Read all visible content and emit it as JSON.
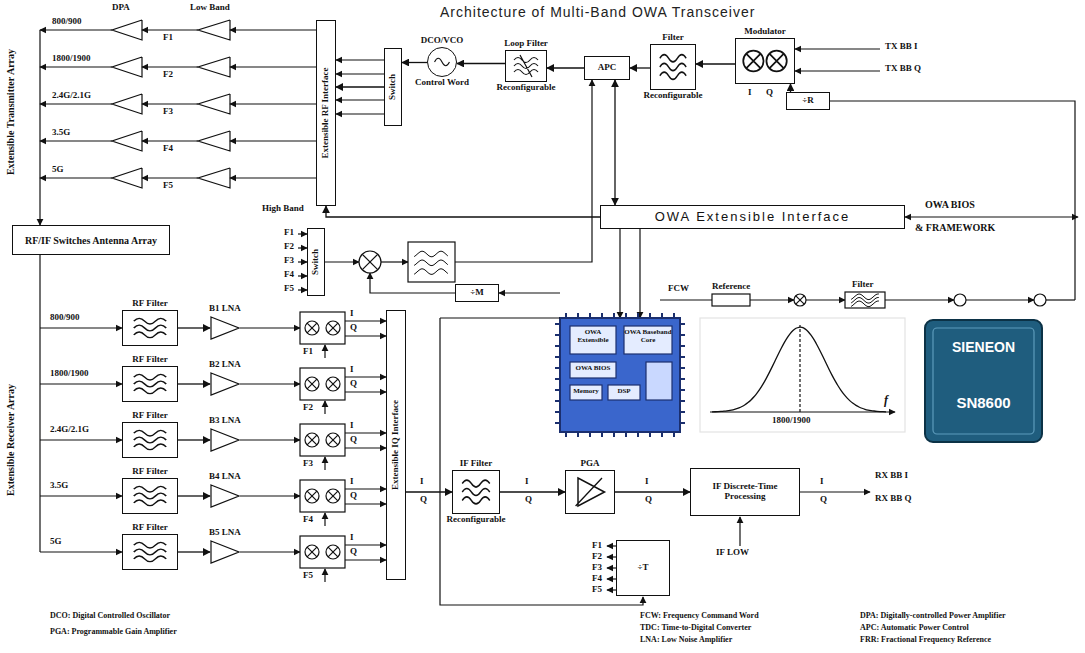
{
  "diagram": {
    "title": "Architecture of Multi-Band OWA Transceiver",
    "nodes": [
      {
        "text": [
          "RF/IF Switches Antenna Array"
        ]
      },
      {
        "text": [
          "Extensible RF Interface"
        ]
      },
      {
        "text": [
          "Switch"
        ]
      },
      {
        "text": [
          "DCO/VCO",
          "Control Word"
        ]
      },
      {
        "text": [
          "Loop Filter",
          "Reconfigurable"
        ]
      },
      {
        "text": [
          "APC"
        ]
      },
      {
        "text": [
          "Filter",
          "Reconfigurable"
        ]
      },
      {
        "text": [
          "Modulator"
        ]
      },
      {
        "text": [
          "÷R"
        ]
      },
      {
        "text": [
          "OWA Extensible Interface"
        ]
      },
      {
        "text": [
          "Switch"
        ]
      },
      {
        "text": [
          "÷M"
        ]
      },
      {
        "text": [
          "RF Filter"
        ]
      },
      {
        "text": [
          "RF Filter"
        ]
      },
      {
        "text": [
          "RF Filter"
        ]
      },
      {
        "text": [
          "RF Filter"
        ]
      },
      {
        "text": [
          "RF Filter"
        ]
      },
      {
        "text": [
          "B1 LNA"
        ]
      },
      {
        "text": [
          "B2 LNA"
        ]
      },
      {
        "text": [
          "B3 LNA"
        ]
      },
      {
        "text": [
          "B4 LNA"
        ]
      },
      {
        "text": [
          "B5 LNA"
        ]
      },
      {
        "text": [
          "Extensible IQ Interface"
        ]
      },
      {
        "text": [
          "IF Filter",
          "Reconfigurable"
        ]
      },
      {
        "text": [
          "PGA"
        ]
      },
      {
        "text": [
          "IF Discrete-Time Processing"
        ]
      },
      {
        "text": [
          "÷T"
        ]
      }
    ],
    "edges": [
      {
        "from": 2,
        "to": 1,
        "arrow": "to"
      },
      {
        "from": 3,
        "to": 2,
        "arrow": "to"
      },
      {
        "from": 4,
        "to": 3,
        "arrow": "to"
      },
      {
        "from": 5,
        "to": 4,
        "arrow": "to"
      },
      {
        "from": 6,
        "to": 5,
        "arrow": "to"
      },
      {
        "from": 7,
        "to": 6,
        "arrow": "to"
      },
      {
        "from": 8,
        "to": 7,
        "arrow": "to"
      },
      {
        "from": 9,
        "to": 5,
        "arrow": "both"
      },
      {
        "from": 12,
        "to": 17,
        "arrow": "to"
      },
      {
        "from": 13,
        "to": 18,
        "arrow": "to"
      },
      {
        "from": 14,
        "to": 19,
        "arrow": "to"
      },
      {
        "from": 15,
        "to": 20,
        "arrow": "to"
      },
      {
        "from": 16,
        "to": 21,
        "arrow": "to"
      },
      {
        "from": 22,
        "to": 23,
        "arrow": "to"
      },
      {
        "from": 23,
        "to": 24,
        "arrow": "to"
      },
      {
        "from": 24,
        "to": 25,
        "arrow": "to"
      },
      {
        "from": 9,
        "to": 1,
        "arrow": "to"
      }
    ],
    "labels": [
      "Extensible Transmitter Array",
      "DPA",
      "Low Band",
      "800/900",
      "1800/1900",
      "2.4G/2.1G",
      "3.5G",
      "5G",
      "F1",
      "F2",
      "F3",
      "F4",
      "F5",
      "I",
      "Q",
      "TX BB I",
      "TX BB Q",
      "OWA BIOS",
      "& FRAMEWORK",
      "High Band",
      "F1",
      "F2",
      "F3",
      "F4",
      "F5",
      "FCW",
      "Reference",
      "Filter",
      "Extensible Receiver Array",
      "800/900",
      "1800/1900",
      "2.4G/2.1G",
      "3.5G",
      "5G",
      "F1",
      "F2",
      "F3",
      "F4",
      "F5",
      "I",
      "Q",
      "I",
      "Q",
      "I",
      "Q",
      "I",
      "Q",
      "I",
      "Q",
      "I",
      "Q",
      "I",
      "Q",
      "I",
      "Q",
      "I",
      "Q",
      "RX BB I",
      "RX BB Q",
      "IF LOW",
      "F1",
      "F2",
      "F3",
      "F4",
      "F5",
      "DCO: Digital Controlled Oscillator",
      "PGA: Programmable Gain Amplifier",
      "FCW: Frequency Command Word",
      "TDC: Time-to-Digital Converter",
      "LNA: Low Noise Amplifier",
      "DPA: Digitally-controlled Power Amplifier",
      "APC: Automatic Power Control",
      "FRR: Fractional Frequency Reference",
      "OWA Extensible",
      "OWA Baseband Core",
      "OWA BIOS",
      "Memory",
      "DSP",
      "f",
      "1800/1900",
      "SIENEON",
      "SN8600"
    ]
  }
}
